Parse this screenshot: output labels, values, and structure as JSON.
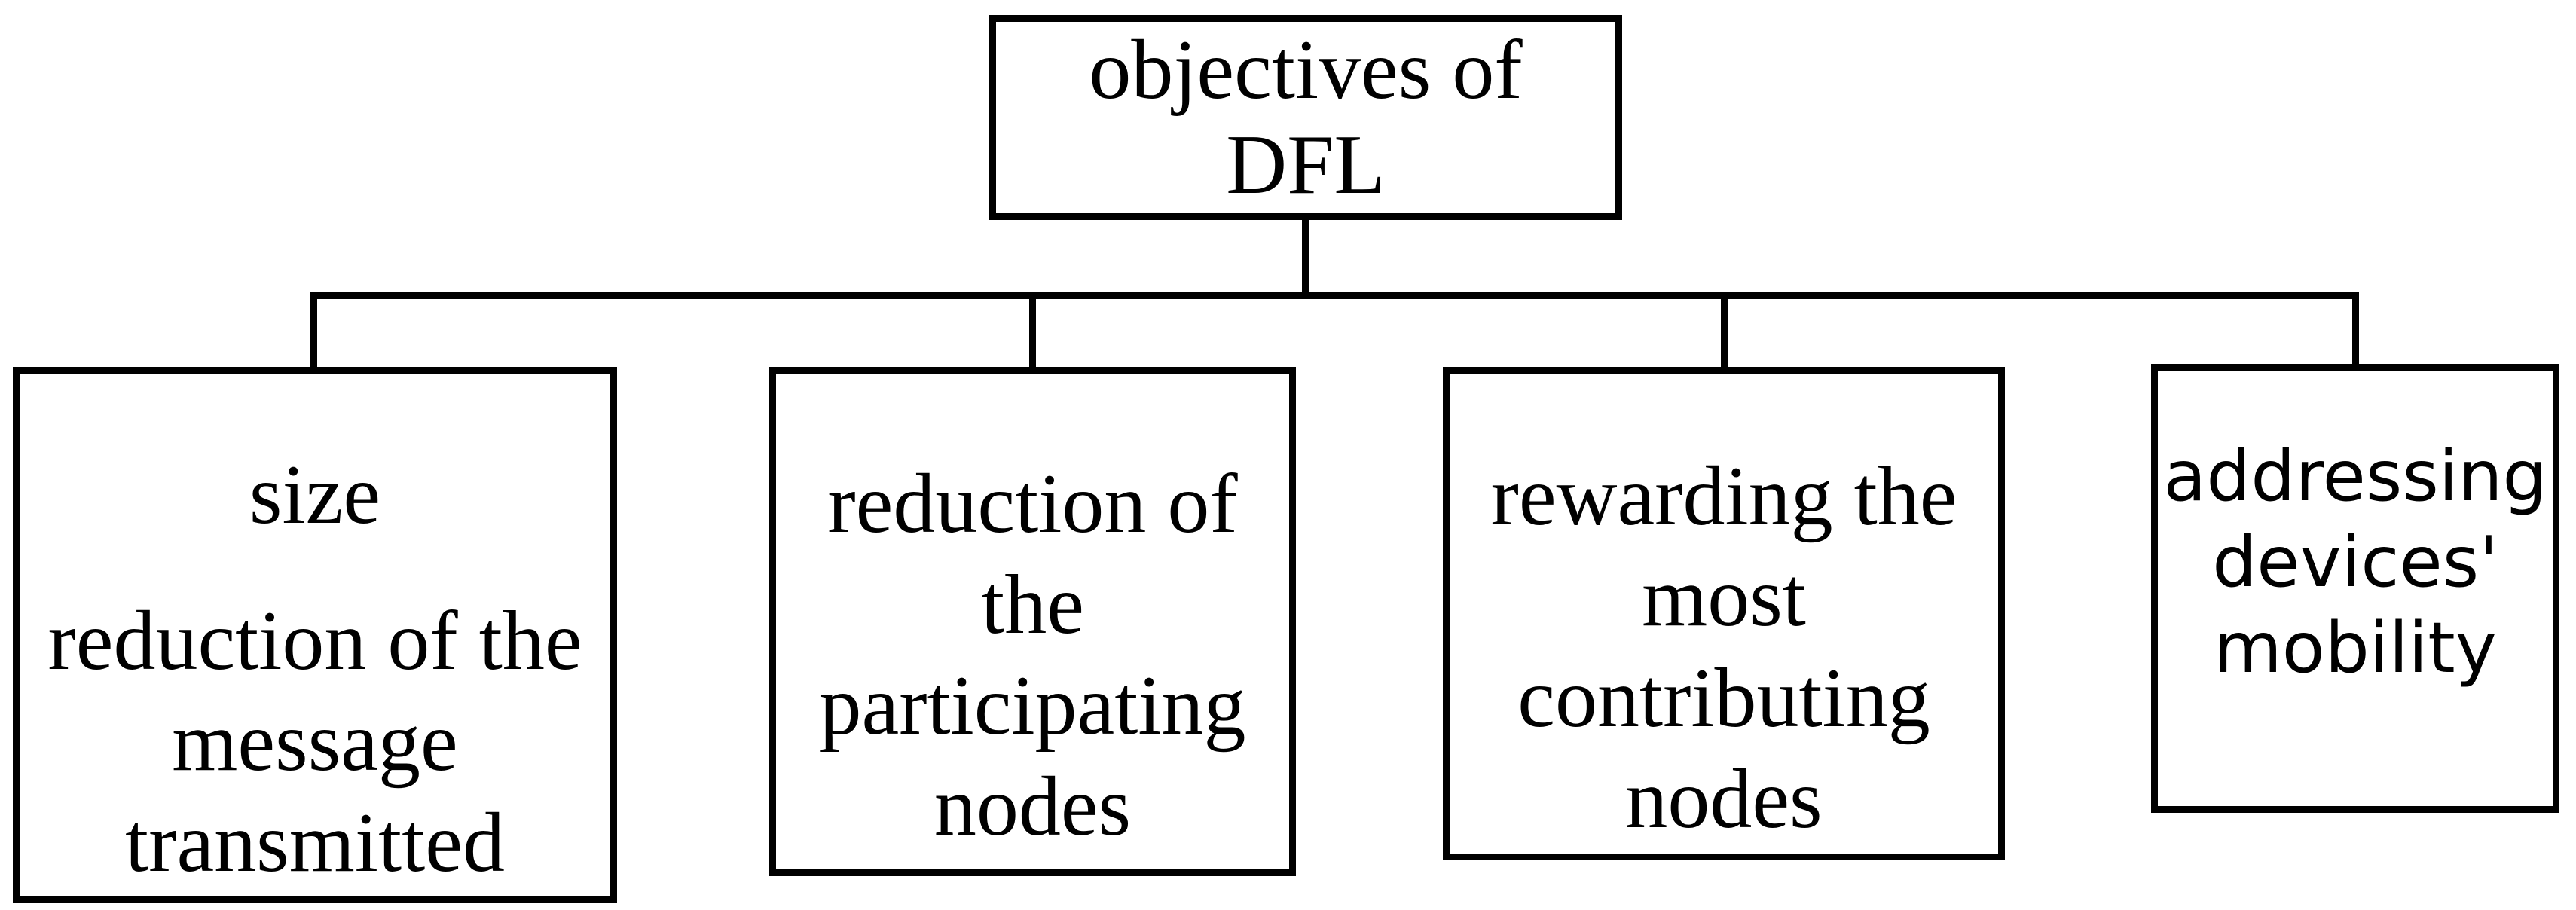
{
  "colors": {
    "background": "#ffffff",
    "line": "#000000",
    "text": "#000000"
  },
  "root": {
    "lines": [
      "objectives of",
      "DFL"
    ]
  },
  "children": [
    {
      "paragraphs": [
        {
          "lines": [
            "size"
          ]
        },
        {
          "lines": [
            "reduction of the",
            "message",
            "transmitted"
          ]
        }
      ]
    },
    {
      "lines": [
        "reduction of",
        "the",
        "participating",
        "nodes"
      ]
    },
    {
      "lines": [
        "rewarding the",
        "most",
        "contributing",
        "nodes"
      ]
    },
    {
      "lines": [
        "addressing",
        "devices'",
        "mobility"
      ]
    }
  ]
}
